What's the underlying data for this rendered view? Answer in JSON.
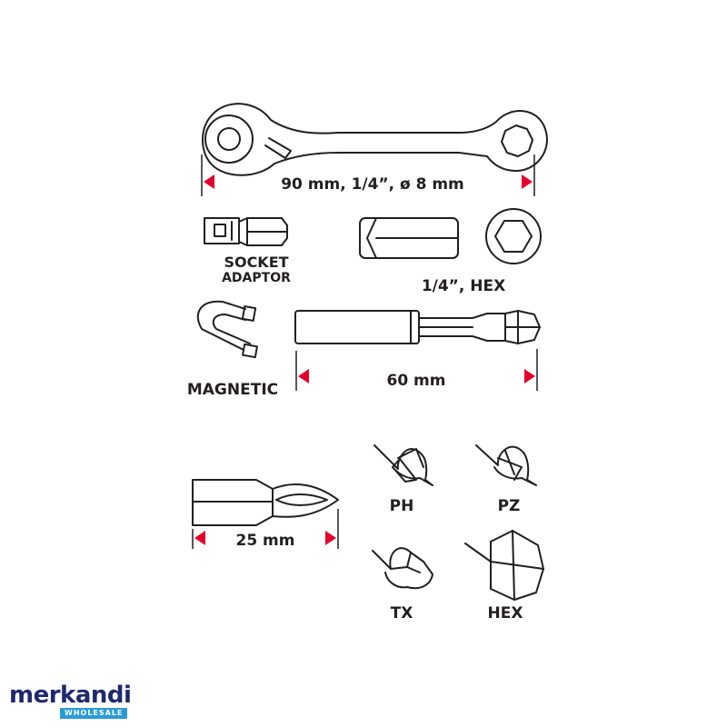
{
  "colors": {
    "ink": "#231f20",
    "arrow": "#e4002b",
    "brand": "#1e2a6e",
    "brand_badge": "#2a9bd7"
  },
  "labels": {
    "ratchet_dimension": "90 mm, 1/4”, ø 8 mm",
    "socket_line1": "SOCKET",
    "socket_line2": "ADAPTOR",
    "socket_hex": "1/4”, HEX",
    "magnetic": "MAGNETIC",
    "holder_length": "60 mm",
    "bit_length": "25 mm",
    "ph": "PH",
    "pz": "PZ",
    "tx": "TX",
    "hex": "HEX"
  },
  "logo": {
    "word": "merkandi",
    "badge": "WHOLESALE"
  },
  "icons": [
    "ratchet-wrench-icon",
    "socket-adaptor-icon",
    "hex-socket-icon",
    "hex-socket-end-icon",
    "magnetic-clip-icon",
    "bit-holder-icon",
    "screwdriver-bit-icon",
    "ph-bit-tip-icon",
    "pz-bit-tip-icon",
    "tx-bit-tip-icon",
    "hex-bit-tip-icon"
  ]
}
